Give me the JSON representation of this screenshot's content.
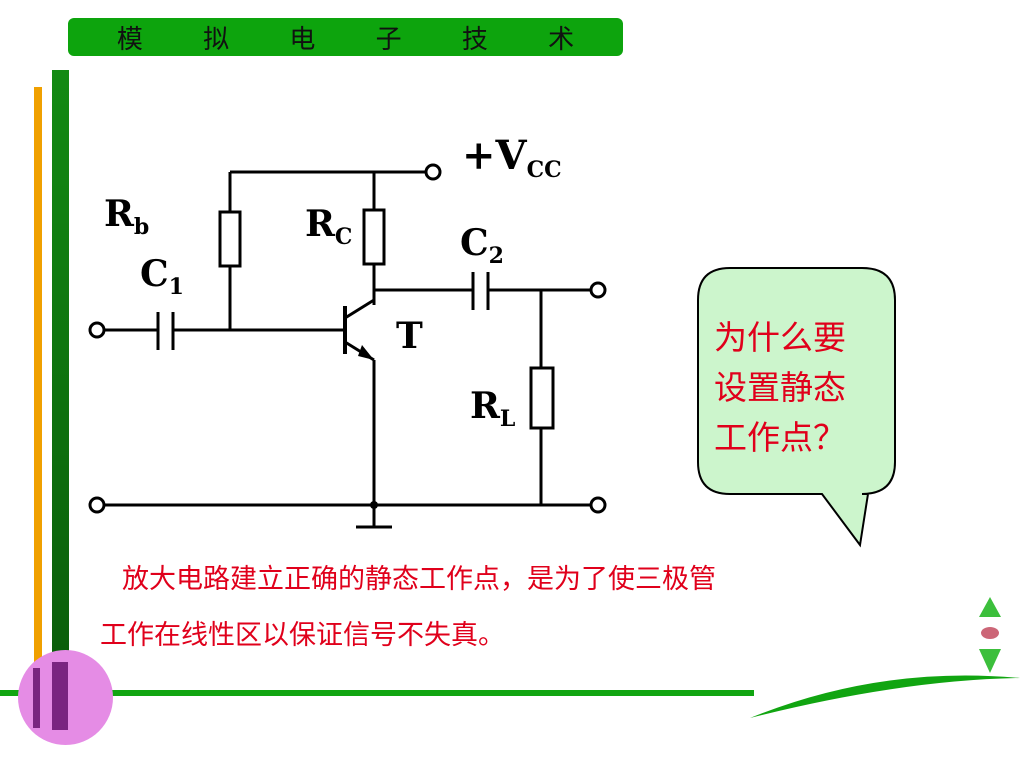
{
  "header": {
    "title": "模 拟 电 子 技 术"
  },
  "circuit": {
    "labels": {
      "vcc_prefix": "+V",
      "vcc_sub": "CC",
      "rb": "R",
      "rb_sub": "b",
      "rc": "R",
      "rc_sub": "C",
      "c1": "C",
      "c1_sub": "1",
      "c2": "C",
      "c2_sub": "2",
      "t": "T",
      "rl": "R",
      "rl_sub": "L"
    }
  },
  "callout": {
    "lines": [
      "为什么要",
      "设置静态",
      "工作点？"
    ],
    "fill": "#ccf5cc"
  },
  "caption": {
    "line1": "放大电路建立正确的静态工作点，是为了使三极管",
    "line2": "工作在线性区以保证信号不失真。"
  },
  "colors": {
    "accent_green": "#0da40d",
    "text_red": "#e0001b",
    "deco_pink": "#e58ce5"
  }
}
